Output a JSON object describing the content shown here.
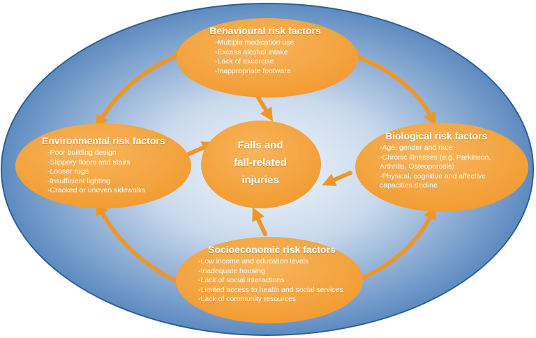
{
  "colors": {
    "outer_light": "#e8eef8",
    "outer_dark": "#5d8bc0",
    "outer_edge": "#2d5f96",
    "node_fill": "#f29a30",
    "node_light": "#f7b55c",
    "arrow": "#ef9628",
    "text": "#ffffff"
  },
  "center": {
    "lines": [
      "Falls and",
      "fall-related",
      "injuries"
    ]
  },
  "behavioural": {
    "title": "Behavioural risk factors",
    "items": [
      "-Multiple medication use",
      "-Excess alcohol intake",
      "-Lack of excercise",
      "-Inappropriate footware"
    ]
  },
  "environmental": {
    "title": "Environmental risk factors",
    "items": [
      "-Poor building design",
      "-Slippery floors and stairs",
      "-Looser rugs",
      "-Insufficient lighting",
      "-Cracked or uneven sidewalks"
    ]
  },
  "biological": {
    "title": "Biological risk factors",
    "items": [
      "-Age, gender and race",
      "-Chronic illnesses (e.g. Parkinson,",
      "Arthritis,  Osteoporosis)",
      "-Physical, cognitive and affective",
      "capacities decline"
    ]
  },
  "socioeconomic": {
    "title": "Socioeconomic risk factors",
    "items": [
      "-Low income and education levels",
      "-Inadequate housing",
      "-Lack of social interactions",
      "-Limited access to health and social services",
      "-Lack of community resources"
    ]
  }
}
